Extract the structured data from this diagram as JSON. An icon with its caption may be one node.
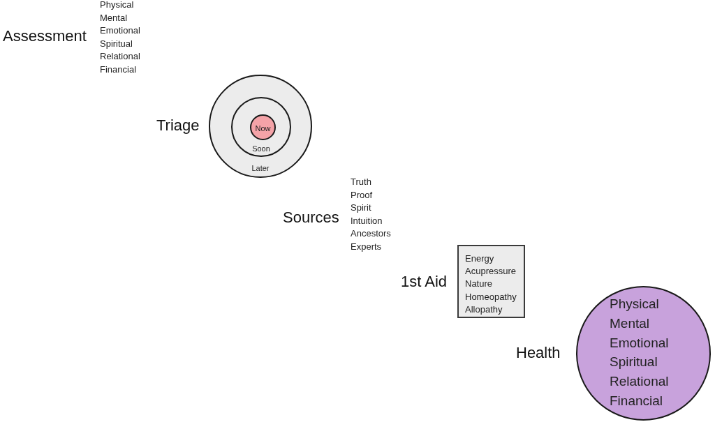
{
  "diagram": {
    "nodes": [
      {
        "text": [
          "Triage",
          "Later"
        ]
      },
      {
        "text": [
          "Soon"
        ],
        "in": 0
      },
      {
        "text": [
          "Now"
        ],
        "in": 1
      },
      {
        "text": [
          "1st Aid",
          "Energy",
          "Acupressure",
          "Nature",
          "Homeopathy",
          "Allopathy"
        ]
      },
      {
        "text": [
          "Health",
          "Physical",
          "Mental",
          "Emotional",
          "Spiritual",
          "Relational",
          "Financial"
        ]
      }
    ],
    "labels": [
      "Assessment",
      "Physical",
      "Mental",
      "Emotional",
      "Spiritual",
      "Relational",
      "Financial",
      "Sources",
      "Truth",
      "Proof",
      "Spirit",
      "Intuition",
      "Ancestors",
      "Experts"
    ]
  }
}
